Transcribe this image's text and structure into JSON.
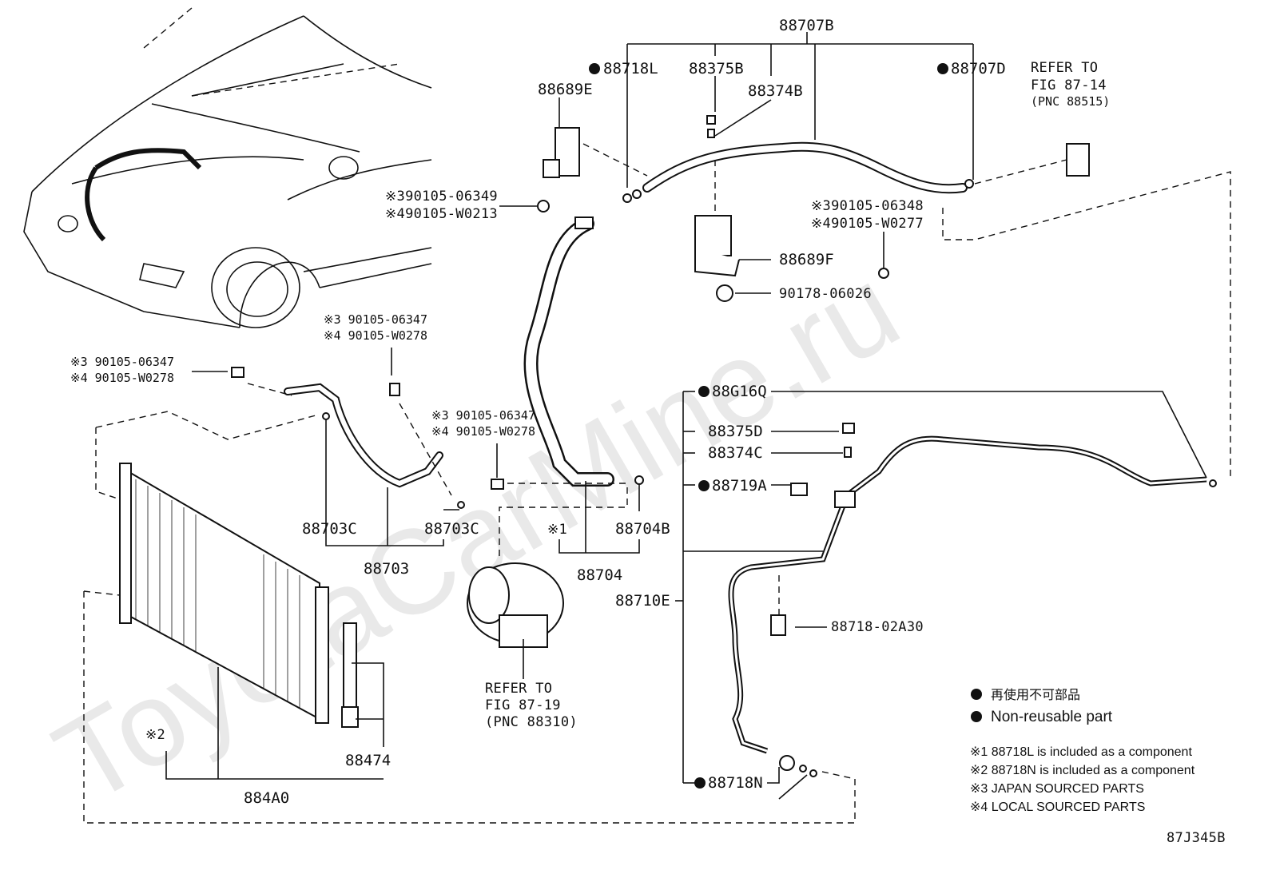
{
  "watermark": "ToyotaCarMine.ru",
  "figure_id": "87J345B",
  "labels": {
    "p88707B": "88707B",
    "p88718L": "88718L",
    "p88375B": "88375B",
    "p88374B": "88374B",
    "p88707D": "88707D",
    "p88689E": "88689E",
    "refer1_a": "REFER TO",
    "refer1_b": "FIG 87-14",
    "refer1_c": "(PNC 88515)",
    "b1_a": "※390105-06349",
    "b1_b": "※490105-W0213",
    "b2_a": "※390105-06348",
    "b2_b": "※490105-W0277",
    "p88689F": "88689F",
    "p90178": "90178-06026",
    "b3_a": "※3 90105-06347",
    "b3_b": "※4 90105-W0278",
    "b4_a": "※3 90105-06347",
    "b4_b": "※4 90105-W0278",
    "b5_a": "※3 90105-06347",
    "b5_b": "※4 90105-W0278",
    "p88G16Q": "88G16Q",
    "p88375D": "88375D",
    "p88374C": "88374C",
    "p88719A": "88719A",
    "p88703C_a": "88703C",
    "p88703C_b": "88703C",
    "p88703": "88703",
    "note1": "※1",
    "p88704B": "88704B",
    "p88704": "88704",
    "p88710E": "88710E",
    "p88718_02A30": "88718-02A30",
    "refer2_a": "REFER TO",
    "refer2_b": "FIG 87-19",
    "refer2_c": "(PNC 88310)",
    "note2": "※2",
    "p88474": "88474",
    "p884A0": "884A0",
    "p88718N": "88718N"
  },
  "legend": {
    "jp": "再使用不可部品",
    "en": "Non-reusable part",
    "n1": "※1 88718L is included as a component",
    "n2": "※2 88718N is included as a component",
    "n3": "※3 JAPAN SOURCED PARTS",
    "n4": "※4 LOCAL SOURCED PARTS"
  }
}
